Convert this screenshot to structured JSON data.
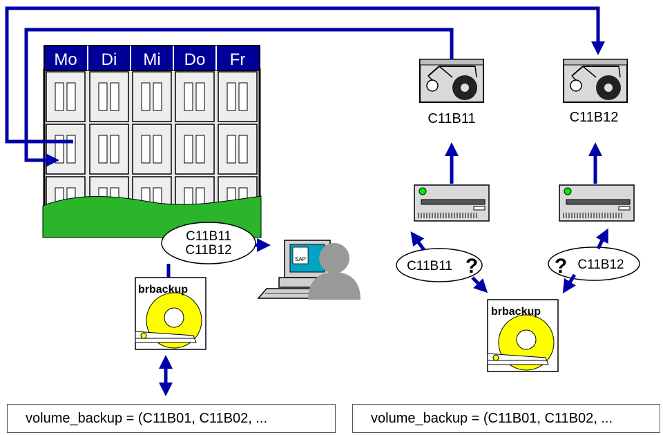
{
  "calendar": {
    "days": [
      "Mo",
      "Di",
      "Mi",
      "Do",
      "Fr"
    ]
  },
  "tapes": {
    "left": "C11B11",
    "right": "C11B12"
  },
  "bubbles": {
    "calendar_line1": "C11B11",
    "calendar_line2": "C11B12",
    "query_left": "C11B11",
    "query_right": "C11B12",
    "question_mark": "?"
  },
  "workstation": {
    "screen_label": "SAP"
  },
  "brbackup": {
    "label": "brbackup"
  },
  "config": {
    "left": "volume_backup = (C11B01, C11B02, ...",
    "right": "volume_backup = (C11B01, C11B02, ..."
  },
  "colors": {
    "arrow": "#0000aa",
    "header": "#000099",
    "grass": "#2ab52a",
    "disk": "#ffff00",
    "led": "#00ee00",
    "panel": "#d9d9d9",
    "person": "#999999"
  }
}
